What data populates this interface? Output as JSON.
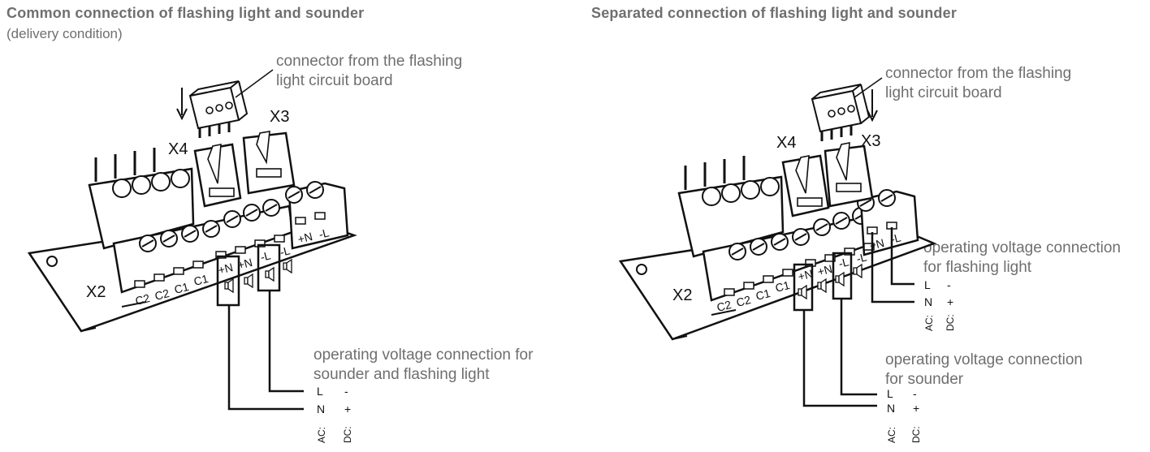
{
  "left": {
    "title": "Common connection of flashing light and sounder",
    "subtitle": "(delivery condition)",
    "connector_note_line1": "connector from the flashing",
    "connector_note_line2": "light circuit board",
    "x4": "X4",
    "x3": "X3",
    "x2": "X2",
    "pins": [
      "C2",
      "C2",
      "C1",
      "C1",
      "+N",
      "+N",
      "-L",
      "-L",
      "+N",
      "-L"
    ],
    "op_note_line1": "operating voltage connection for",
    "op_note_line2": "sounder and flashing light",
    "legend": {
      "l": "L",
      "l_dc": "-",
      "n": "N",
      "n_dc": "+",
      "ac": "AC:",
      "dc": "DC:"
    }
  },
  "right": {
    "title": "Separated connection of flashing light and sounder",
    "connector_note_line1": "connector from the flashing",
    "connector_note_line2": "light circuit board",
    "x4": "X4",
    "x3": "X3",
    "x2": "X2",
    "pins": [
      "C2",
      "C2",
      "C1",
      "C1",
      "+N",
      "+N",
      "-L",
      "-L",
      "+N",
      "-L"
    ],
    "flash_note_line1": "operating voltage connection",
    "flash_note_line2": "for flashing light",
    "sounder_note_line1": "operating voltage connection",
    "sounder_note_line2": "for sounder",
    "legend_flash": {
      "l": "L",
      "l_dc": "-",
      "n": "N",
      "n_dc": "+",
      "ac": "AC:",
      "dc": "DC:"
    },
    "legend_sounder": {
      "l": "L",
      "l_dc": "-",
      "n": "N",
      "n_dc": "+",
      "ac": "AC:",
      "dc": "DC:"
    }
  }
}
